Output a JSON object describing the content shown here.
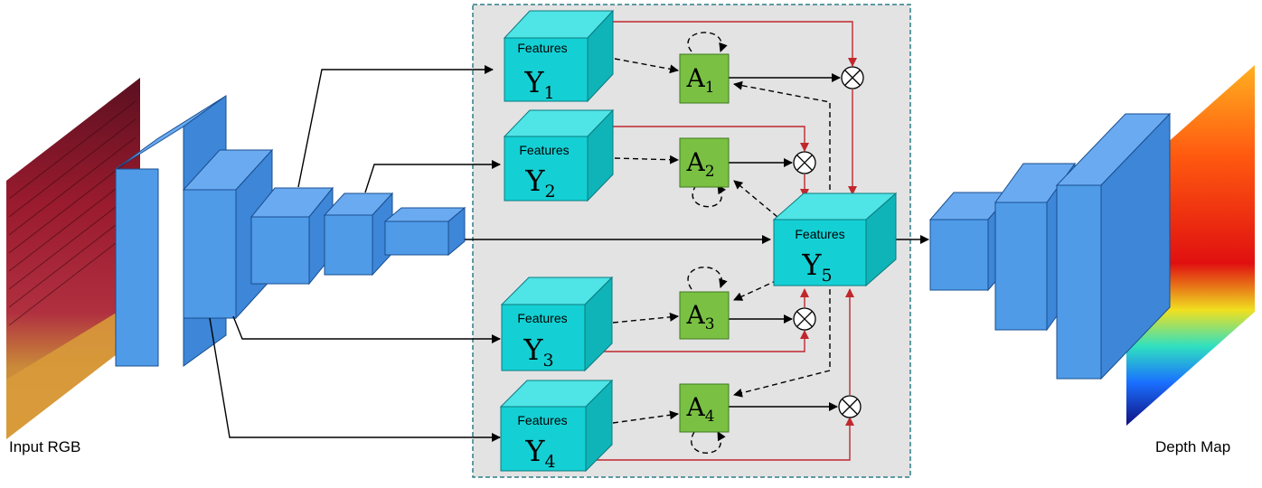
{
  "labels": {
    "input": "Input RGB",
    "output": "Depth Map",
    "features_word": "Features"
  },
  "features": [
    {
      "letter": "Y",
      "sub": "1"
    },
    {
      "letter": "Y",
      "sub": "2"
    },
    {
      "letter": "Y",
      "sub": "3"
    },
    {
      "letter": "Y",
      "sub": "4"
    },
    {
      "letter": "Y",
      "sub": "5"
    }
  ],
  "attention": [
    {
      "letter": "A",
      "sub": "1"
    },
    {
      "letter": "A",
      "sub": "2"
    },
    {
      "letter": "A",
      "sub": "3"
    },
    {
      "letter": "A",
      "sub": "4"
    }
  ],
  "colors": {
    "block": "#4f9be8",
    "block_dark": "#2b6fc0",
    "feature_cube": "#14d0d4",
    "attention": "#7ac143",
    "panel_bg": "#e3e3e3",
    "panel_border": "#2f7d8a",
    "red_arrow": "#c0282d"
  }
}
